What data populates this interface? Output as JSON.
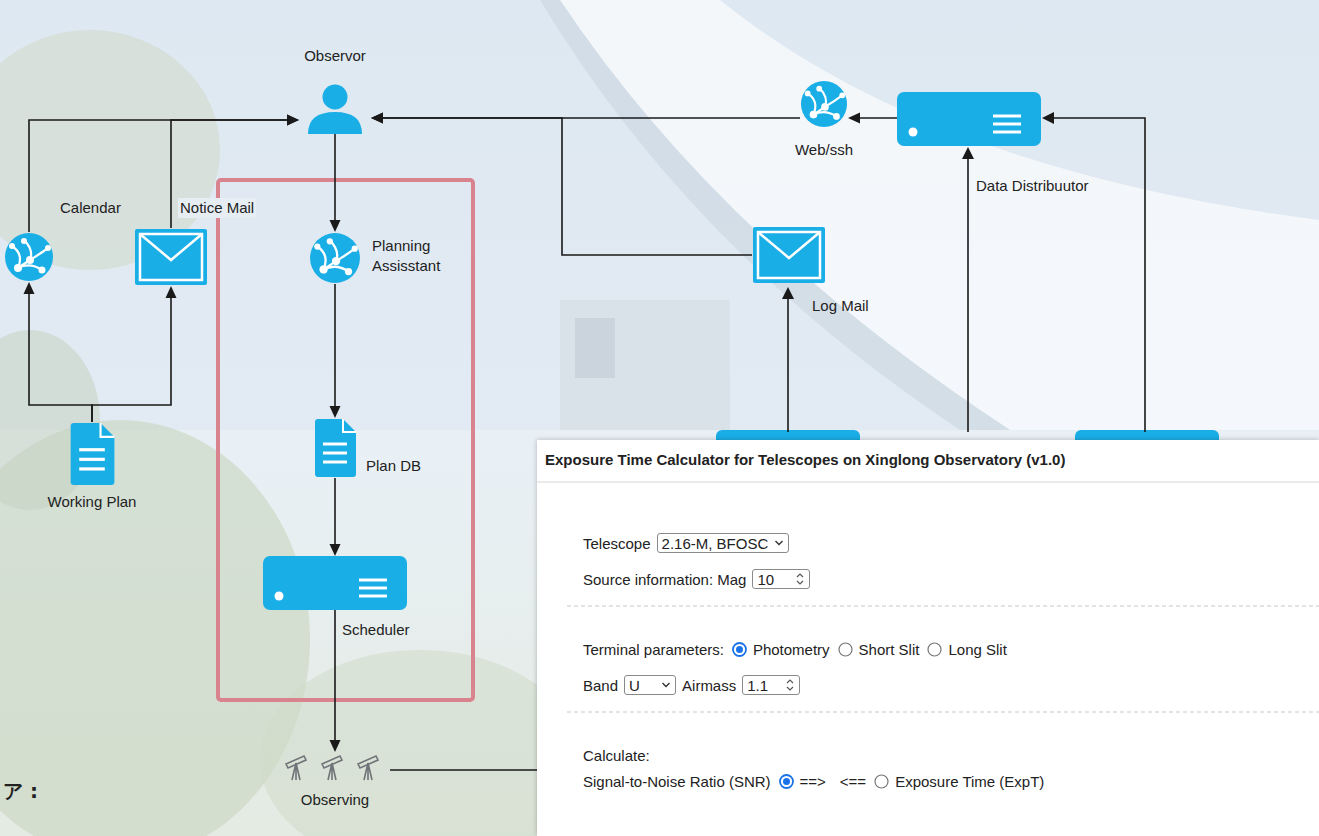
{
  "diagram": {
    "nodes": [
      {
        "text": [
          "Observor"
        ]
      },
      {
        "text": [
          "Web/ssh"
        ]
      },
      {
        "text": [
          "Data Distribuutor"
        ]
      },
      {
        "text": [
          "Calendar"
        ]
      },
      {
        "text": [
          "Notice Mail"
        ]
      },
      {
        "text": [
          "Planning Assisstant"
        ]
      },
      {
        "text": [
          "Log Mail"
        ]
      },
      {
        "text": [
          "Plan DB"
        ]
      },
      {
        "text": [
          "Working Plan"
        ]
      },
      {
        "text": [
          "Scheduler"
        ]
      },
      {
        "text": [
          "Observing"
        ]
      }
    ],
    "edges": [
      {
        "from": 0,
        "to": 5,
        "arrow": "to"
      },
      {
        "from": 5,
        "to": 7,
        "arrow": "to"
      },
      {
        "from": 7,
        "to": 9,
        "arrow": "to"
      },
      {
        "from": 9,
        "to": 10,
        "arrow": "to"
      },
      {
        "from": 3,
        "to": 0,
        "arrow": "to"
      },
      {
        "from": 4,
        "to": 0,
        "arrow": "to"
      },
      {
        "from": 8,
        "to": 3,
        "arrow": "to"
      },
      {
        "from": 8,
        "to": 4,
        "arrow": "to"
      },
      {
        "from": 1,
        "to": 0,
        "arrow": "to"
      },
      {
        "from": 2,
        "to": 1,
        "arrow": "to"
      },
      {
        "from": 6,
        "to": 0,
        "arrow": "to"
      }
    ],
    "labels": [
      "Exposure Time Calculator for Telescopes on Xinglong Observatory (v1.0)",
      "Telescope",
      "2.16-M, BFOSC",
      "Source information: Mag",
      "10",
      "Terminal parameters:",
      "Photometry",
      "Short Slit",
      "Long Slit",
      "Band",
      "U",
      "Airmass",
      "1.1",
      "Calculate:",
      "Signal-to-Noise Ratio (SNR)",
      "==>",
      "<==",
      "Exposure Time (ExpT)",
      "ア :"
    ]
  }
}
